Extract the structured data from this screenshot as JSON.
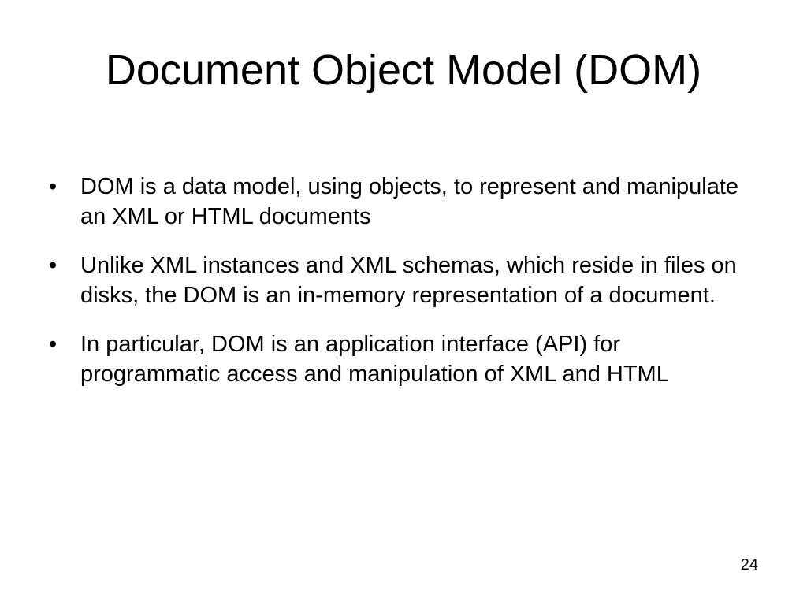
{
  "slide": {
    "title": "Document Object Model (DOM)",
    "bullet_symbol": "•",
    "bullets": [
      "DOM is a data model, using objects, to represent and manipulate an XML or HTML documents",
      "Unlike XML instances and XML schemas, which reside in files on disks, the DOM is an in-memory representation of a document.",
      "In particular, DOM is an application interface (API) for programmatic access and manipulation of XML and HTML"
    ],
    "page_number": "24"
  }
}
